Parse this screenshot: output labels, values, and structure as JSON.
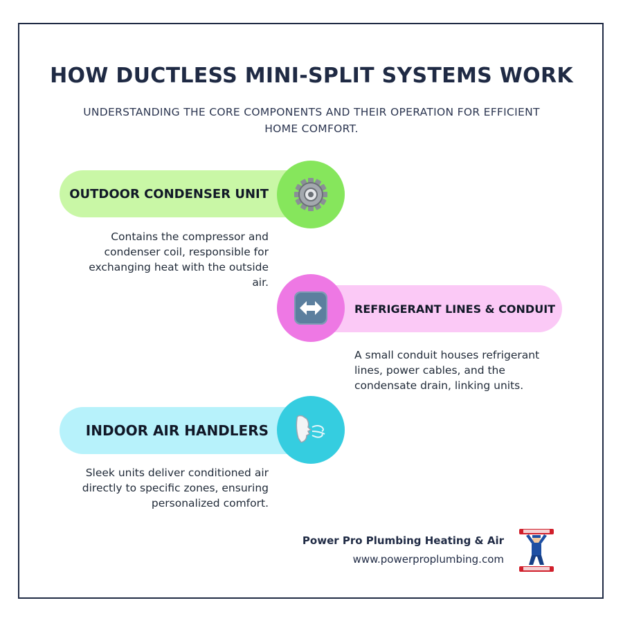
{
  "title": "HOW DUCTLESS MINI-SPLIT SYSTEMS WORK",
  "subtitle": "UNDERSTANDING THE CORE COMPONENTS AND THEIR OPERATION FOR EFFICIENT HOME COMFORT.",
  "components": [
    {
      "label": "OUTDOOR CONDENSER UNIT",
      "icon": "gear-icon",
      "description": "Contains the compressor and condenser coil, responsible for exchanging heat with the outside air.",
      "pill_color": "#c9f7a6",
      "circle_color": "#86e65c"
    },
    {
      "label": "REFRIGERANT LINES & CONDUIT",
      "icon": "left-right-arrow-icon",
      "description": "A small conduit houses refrigerant lines, power cables, and the condensate drain, linking units.",
      "pill_color": "#fbc9f6",
      "circle_color": "#ee78e4"
    },
    {
      "label": "INDOOR AIR HANDLERS",
      "icon": "wind-face-icon",
      "description": "Sleek units deliver conditioned air directly to specific zones, ensuring personalized comfort.",
      "pill_color": "#b7f2fb",
      "circle_color": "#35cde0"
    }
  ],
  "footer": {
    "company": "Power Pro Plumbing Heating & Air",
    "url": "www.powerproplumbing.com",
    "logo": "plumber-mascot-logo"
  },
  "colors": {
    "frame": "#1f2a44",
    "title": "#1f2a44"
  }
}
